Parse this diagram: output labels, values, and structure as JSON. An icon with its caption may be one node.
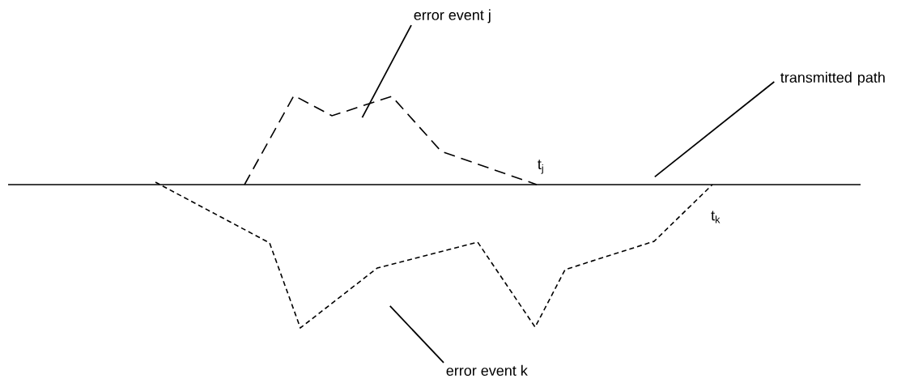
{
  "diagram": {
    "nodes": [
      {
        "text": [
          "error event j"
        ]
      },
      {
        "text": [
          "transmitted path"
        ]
      },
      {
        "text": [
          "error event k"
        ]
      },
      {
        "text": [],
        "shape": "line"
      },
      {
        "text": [],
        "shape": "line"
      },
      {
        "text": [],
        "shape": "line"
      }
    ],
    "edges": [
      {
        "from": 0,
        "to": 3,
        "arrow": "none"
      },
      {
        "from": 1,
        "to": 4,
        "arrow": "none"
      },
      {
        "from": 2,
        "to": 5,
        "arrow": "none"
      }
    ],
    "labels": [
      "t$_{j}$",
      "t$_{k}$"
    ]
  }
}
